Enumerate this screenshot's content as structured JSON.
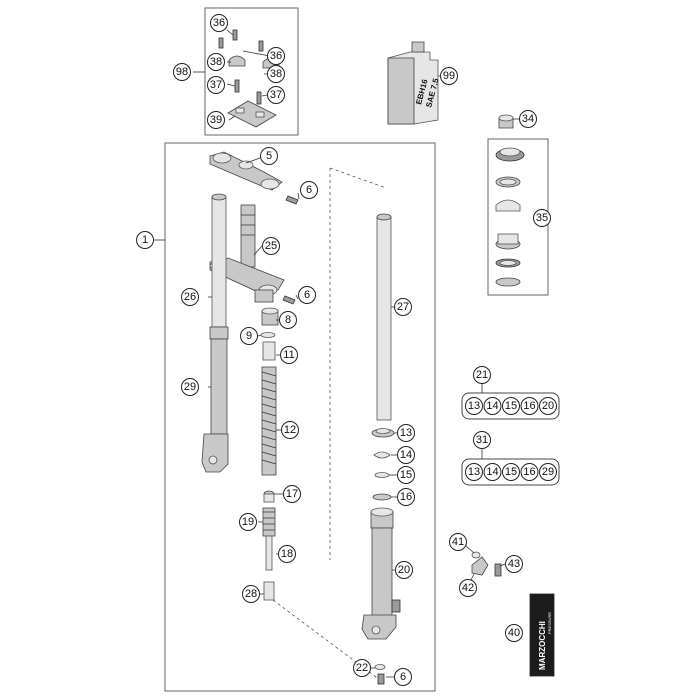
{
  "parts": {
    "p1": "1",
    "p5": "5",
    "p6a": "6",
    "p6b": "6",
    "p6c": "6",
    "p8": "8",
    "p9": "9",
    "p11": "11",
    "p12": "12",
    "p13a": "13",
    "p14a": "14",
    "p15a": "15",
    "p16a": "16",
    "p17": "17",
    "p18": "18",
    "p19": "19",
    "p20": "20",
    "p21": "21",
    "p22": "22",
    "p25": "25",
    "p26": "26",
    "p27": "27",
    "p28": "28",
    "p29": "29",
    "p31": "31",
    "p34": "34",
    "p35": "35",
    "p36a": "36",
    "p36b": "36",
    "p37a": "37",
    "p37b": "37",
    "p38a": "38",
    "p38b": "38",
    "p39": "39",
    "p40": "40",
    "p41": "41",
    "p42": "42",
    "p43": "43",
    "p98": "98",
    "p99": "99"
  },
  "kit21": [
    "13",
    "14",
    "15",
    "16",
    "20"
  ],
  "kit31": [
    "13",
    "14",
    "15",
    "16",
    "29"
  ],
  "oil_can": {
    "line1": "EBH16",
    "line2": "SAE 7.5"
  },
  "brand": {
    "name": "MARZOCCHI",
    "sub": "PRESSURE"
  }
}
